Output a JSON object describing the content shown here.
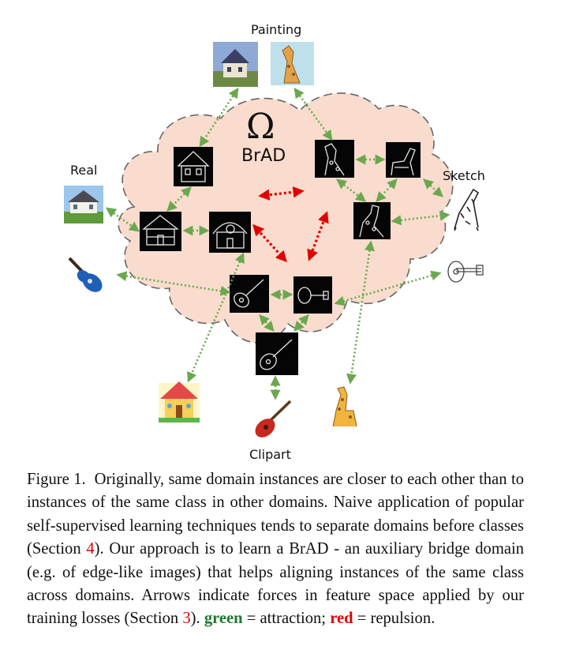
{
  "figure": {
    "domain_labels": {
      "painting": "Painting",
      "real": "Real",
      "sketch": "Sketch",
      "clipart": "Clipart"
    },
    "cloud_symbol": "Ω",
    "cloud_label": "BrAD",
    "colors": {
      "cloud_fill": "#f9dccd",
      "cloud_border": "#666666",
      "attraction": "#6aa84f",
      "repulsion": "#e00000",
      "edge_tile": "#050505"
    },
    "icons": {
      "painting_house": "painting-house-icon",
      "painting_giraffe": "painting-giraffe-icon",
      "real_house": "real-house-icon",
      "real_guitar": "real-guitar-icon",
      "sketch_giraffe": "sketch-giraffe-icon",
      "sketch_guitar": "sketch-guitar-icon",
      "clipart_house": "clipart-house-icon",
      "clipart_guitar": "clipart-guitar-icon",
      "clipart_giraffe": "clipart-giraffe-icon"
    }
  },
  "caption": {
    "label": "Figure 1.",
    "text_1": "Originally, same domain instances are closer to each other than to instances of the same class in other domains. Naive application of popular self-supervised learning techniques tends to separate domains before classes (Section",
    "ref_1": "4",
    "text_2": "). Our approach is to learn a BrAD - an auxiliary bridge domain (e.g. of edge-like images) that helps aligning instances of the same class across domains. Arrows indicate forces in feature space applied by our training losses (Section",
    "ref_2": "3",
    "text_3": ").",
    "green_word": "green",
    "green_meaning": "= attraction;",
    "red_word": "red",
    "red_meaning": "= repulsion."
  }
}
